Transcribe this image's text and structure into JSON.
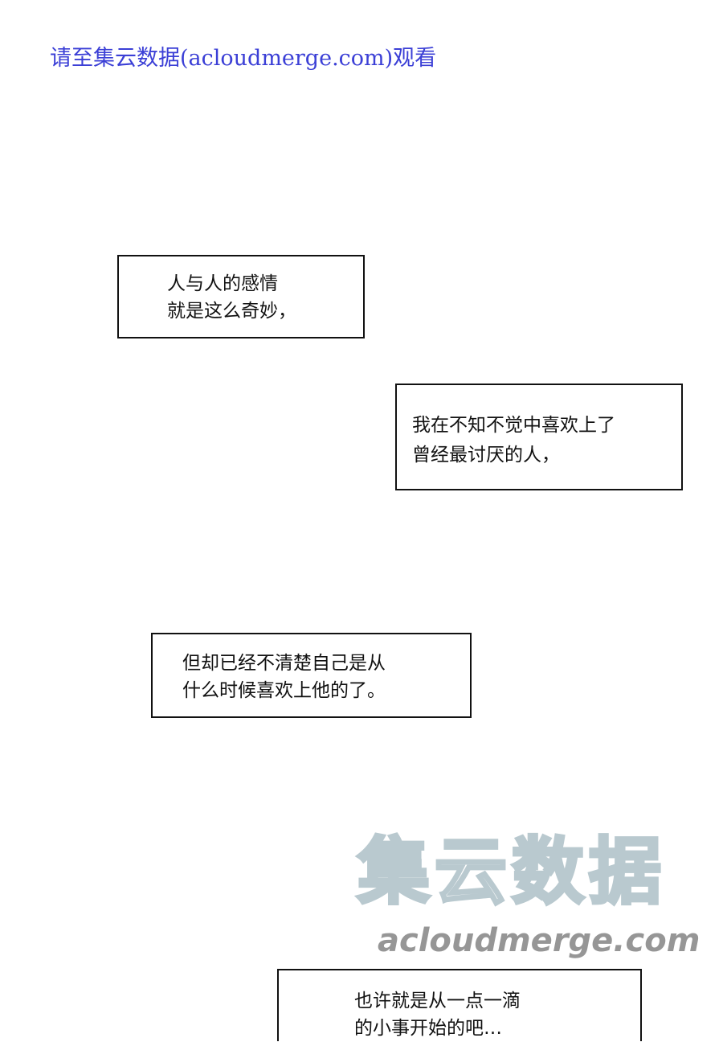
{
  "header": {
    "notice": "请至集云数据(acloudmerge.com)观看"
  },
  "captions": [
    {
      "lines": [
        "人与人的感情",
        "就是这么奇妙，"
      ]
    },
    {
      "lines": [
        "我在不知不觉中喜欢上了",
        "曾经最讨厌的人，"
      ]
    },
    {
      "lines": [
        "但却已经不清楚自己是从",
        "什么时候喜欢上他的了。"
      ]
    },
    {
      "lines": [
        "也许就是从一点一滴",
        "的小事开始的吧…"
      ]
    }
  ],
  "watermark": {
    "logo_text": "集云数据",
    "url_text": "acloudmerge.com"
  }
}
